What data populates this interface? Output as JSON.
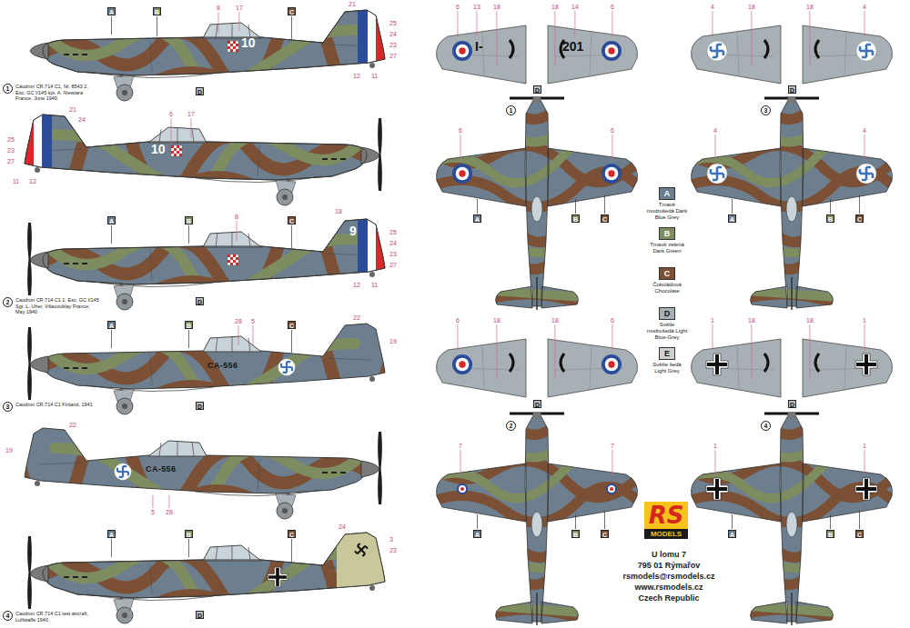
{
  "diagram": {
    "labels": [
      "A",
      "B",
      "8",
      "17",
      "C",
      "21",
      "25",
      "24",
      "23",
      "27",
      "12",
      "11",
      "D",
      "10",
      "1",
      "Caudron CR.714 C1, Nr. 8543 2. Esc. GC I/145 kpt. A. Niewiara France, June 1940",
      "17",
      "6",
      "21",
      "24",
      "25",
      "23",
      "27",
      "11",
      "12",
      "10",
      "A",
      "B",
      "8",
      "C",
      "18",
      "25",
      "24",
      "23",
      "27",
      "12",
      "11",
      "D",
      "9",
      "2",
      "Caudron CR.714 C1 1. Esc. GC I/145 Sgt. L. Uher, Villacoublay France, May 1940",
      "A",
      "B",
      "28",
      "5",
      "C",
      "22",
      "19",
      "CA-556",
      "D",
      "3",
      "Caudron CR.714 C1 Finland, 1941",
      "22",
      "19",
      "CA-556",
      "5",
      "28",
      "A",
      "B",
      "C",
      "24",
      "3",
      "23",
      "D",
      "4",
      "Caudron CR.714 C1 test aircraft, Luftwaffe 1940",
      "6",
      "13",
      "18",
      "18",
      "14",
      "6",
      "I-",
      "201",
      "D",
      "1",
      "6",
      "6",
      "A",
      "B",
      "C",
      "4",
      "18",
      "18",
      "4",
      "D",
      "3",
      "4",
      "4",
      "A",
      "B",
      "C",
      "6",
      "18",
      "18",
      "6",
      "D",
      "2",
      "7",
      "7",
      "A",
      "B",
      "C",
      "1",
      "18",
      "18",
      "1",
      "D",
      "4",
      "1",
      "1",
      "A",
      "B",
      "C",
      "A",
      "B",
      "C",
      "D",
      "E",
      "RS",
      "MODELS",
      "U lomu 7",
      "795 01 Rýmařov",
      "rsmodels@rsmodels.cz",
      "www.rsmodels.cz",
      "Czech Republic"
    ],
    "legend": [
      {
        "text": "Tmavě modrošedá Dark Blue Grey",
        "color": "#6d7f8e"
      },
      {
        "text": "Tmavě zelená Dark Green",
        "color": "#7e8d5f"
      },
      {
        "text": "Čokoládová Chocolate",
        "color": "#7b5034"
      },
      {
        "text": "Světle modrošedá Light Blue-Grey",
        "color": "#a7b0b4"
      },
      {
        "text": "Světle šedá Light Grey",
        "color": "#cfd2d2"
      }
    ]
  }
}
